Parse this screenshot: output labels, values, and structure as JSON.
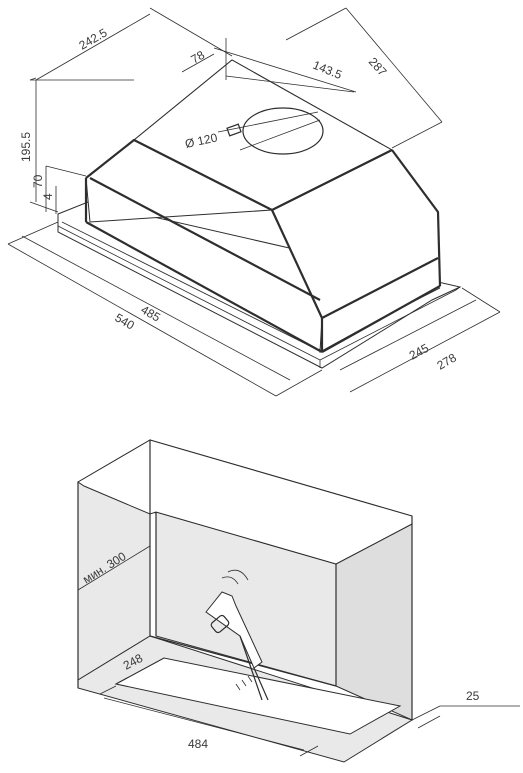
{
  "top_drawing": {
    "dims": {
      "width_top": "242.5",
      "offset": "78",
      "duct_pos": "143.5",
      "depth_top": "287",
      "height": "195.5",
      "rim_height": "70",
      "rim_thick": "4",
      "duct_diameter": "Ø 120",
      "inner_width": "485",
      "outer_width": "540",
      "inner_depth": "245",
      "outer_depth": "278"
    }
  },
  "bottom_drawing": {
    "dims": {
      "min_height": "мин. 300",
      "cutout_depth": "248",
      "cutout_width": "484",
      "front_offset": "25"
    }
  }
}
